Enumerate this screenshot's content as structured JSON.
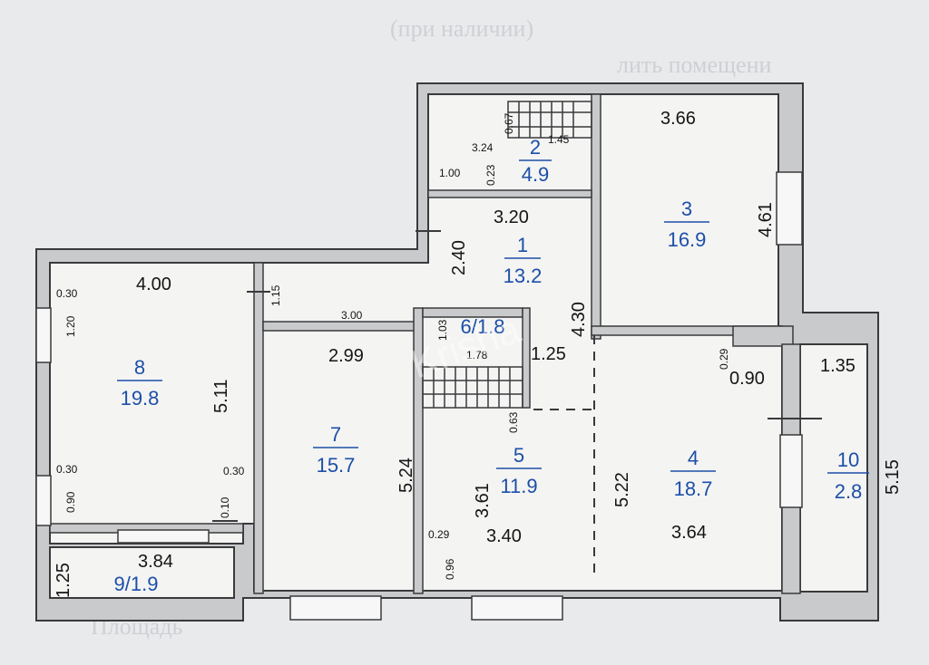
{
  "rooms": [
    {
      "number": "1",
      "area": "13.2"
    },
    {
      "number": "2",
      "area": "4.9"
    },
    {
      "number": "3",
      "area": "16.9"
    },
    {
      "number": "4",
      "area": "18.7"
    },
    {
      "number": "5",
      "area": "11.9"
    },
    {
      "number": "6/1.8",
      "area": ""
    },
    {
      "number": "7",
      "area": "15.7"
    },
    {
      "number": "8",
      "area": "19.8"
    },
    {
      "number": "9/1.9",
      "area": ""
    },
    {
      "number": "10",
      "area": "2.8"
    }
  ],
  "dimensions": {
    "d_3_66": "3.66",
    "d_4_61": "4.61",
    "d_3_20": "3.20",
    "d_2_40": "2.40",
    "d_4_30": "4.30",
    "d_1_25": "1.25",
    "d_4_00": "4.00",
    "d_5_11": "5.11",
    "d_2_99": "2.99",
    "d_5_24": "5.24",
    "d_3_61": "3.61",
    "d_3_40": "3.40",
    "d_5_22": "5.22",
    "d_3_64": "3.64",
    "d_0_90": "0.90",
    "d_1_35": "1.35",
    "d_5_15": "5.15",
    "d_3_84": "3.84",
    "d_1_25b": "1.25"
  },
  "small_dimensions": {
    "s_0_67": "0.67",
    "s_1_45": "1.45",
    "s_3_24": "3.24",
    "s_0_23": "0.23",
    "s_1_00": "1.00",
    "s_0_30a": "0.30",
    "s_1_20": "1.20",
    "s_1_15": "1.15",
    "s_3_00": "3.00",
    "s_1_03": "1.03",
    "s_1_78": "1.78",
    "s_0_63": "0.63",
    "s_0_29a": "0.29",
    "s_0_30b": "0.30",
    "s_0_90": "0.90",
    "s_0_30c": "0.30",
    "s_0_10": "0.10",
    "s_0_29b": "0.29",
    "s_0_96": "0.96"
  },
  "watermark": "Krisha",
  "background_text": [
    "(при наличии)",
    "лить помещени",
    "Площадь"
  ]
}
